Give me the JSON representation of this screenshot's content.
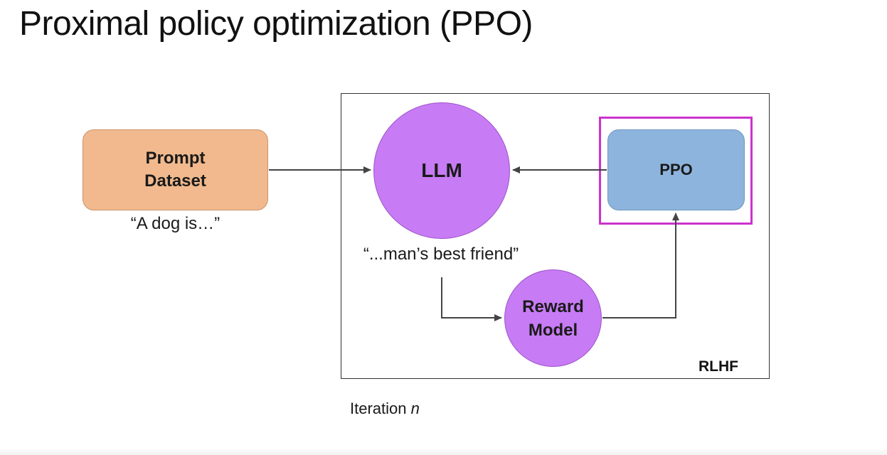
{
  "slide": {
    "title": "Proximal policy optimization (PPO)",
    "footer_prefix": "Iteration ",
    "footer_variable": "n"
  },
  "diagram": {
    "prompt_dataset": {
      "label": "Prompt Dataset",
      "example": "“A dog is…”",
      "color": "#f1b98d"
    },
    "llm": {
      "label": "LLM",
      "output_example": "“...man’s best friend”",
      "color": "#c77bf4"
    },
    "reward_model": {
      "label": "Reward Model",
      "color": "#c77bf4"
    },
    "ppo": {
      "label": "PPO",
      "color": "#8db4dc",
      "highlight_color": "#cc33cc"
    },
    "frame_label": "RLHF",
    "connections": [
      {
        "from": "prompt-dataset",
        "to": "llm"
      },
      {
        "from": "ppo",
        "to": "llm"
      },
      {
        "from": "llm",
        "to": "reward-model"
      },
      {
        "from": "reward-model",
        "to": "ppo"
      }
    ]
  }
}
